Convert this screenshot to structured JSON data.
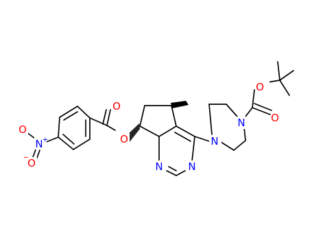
{
  "molecule": {
    "atom_colors": {
      "C": "#000000",
      "N": "#0000ff",
      "O": "#ff0000"
    },
    "labels": {
      "o_tbu_ether": "O",
      "o_boc_carbonyl": "O",
      "n_boc": "N",
      "n_piperazine_aryl": "N",
      "o_ester_carbonyl": "O",
      "o_ester_link": "O",
      "o_nitro_top": "O",
      "n_nitro": "N",
      "n_nitro_charge": "+",
      "o_nitro_bottom": "O",
      "o_nitro_charge": "−",
      "n_pyrimidine_left": "N",
      "n_pyrimidine_right": "N"
    }
  }
}
